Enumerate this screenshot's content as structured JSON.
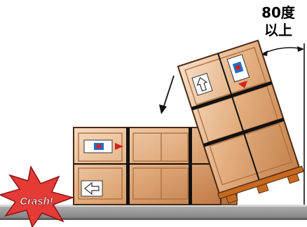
{
  "angle_label": {
    "line1": "80度",
    "line2": "以上"
  },
  "crash_label": "Crash!",
  "icons": {
    "tilt_arrow": "arrow-down-left-icon",
    "angle_arc": "angle-arc-icon",
    "upright_arrow": "arrow-up-icon",
    "side_arrow": "arrow-left-icon",
    "tilt_indicator": "tilt-indicator-icon"
  },
  "colors": {
    "crate_light": "#f2cfae",
    "crate_mid": "#d9a06e",
    "crate_dark": "#a5663a",
    "band": "#111111",
    "pallet": "#c8691f",
    "floor": "#9a9a9a",
    "floor_shadow": "#5f5f5f",
    "crash_fill": "#e53a36",
    "indicator_blue": "#1d6fc2",
    "indicator_red": "#d82020"
  }
}
